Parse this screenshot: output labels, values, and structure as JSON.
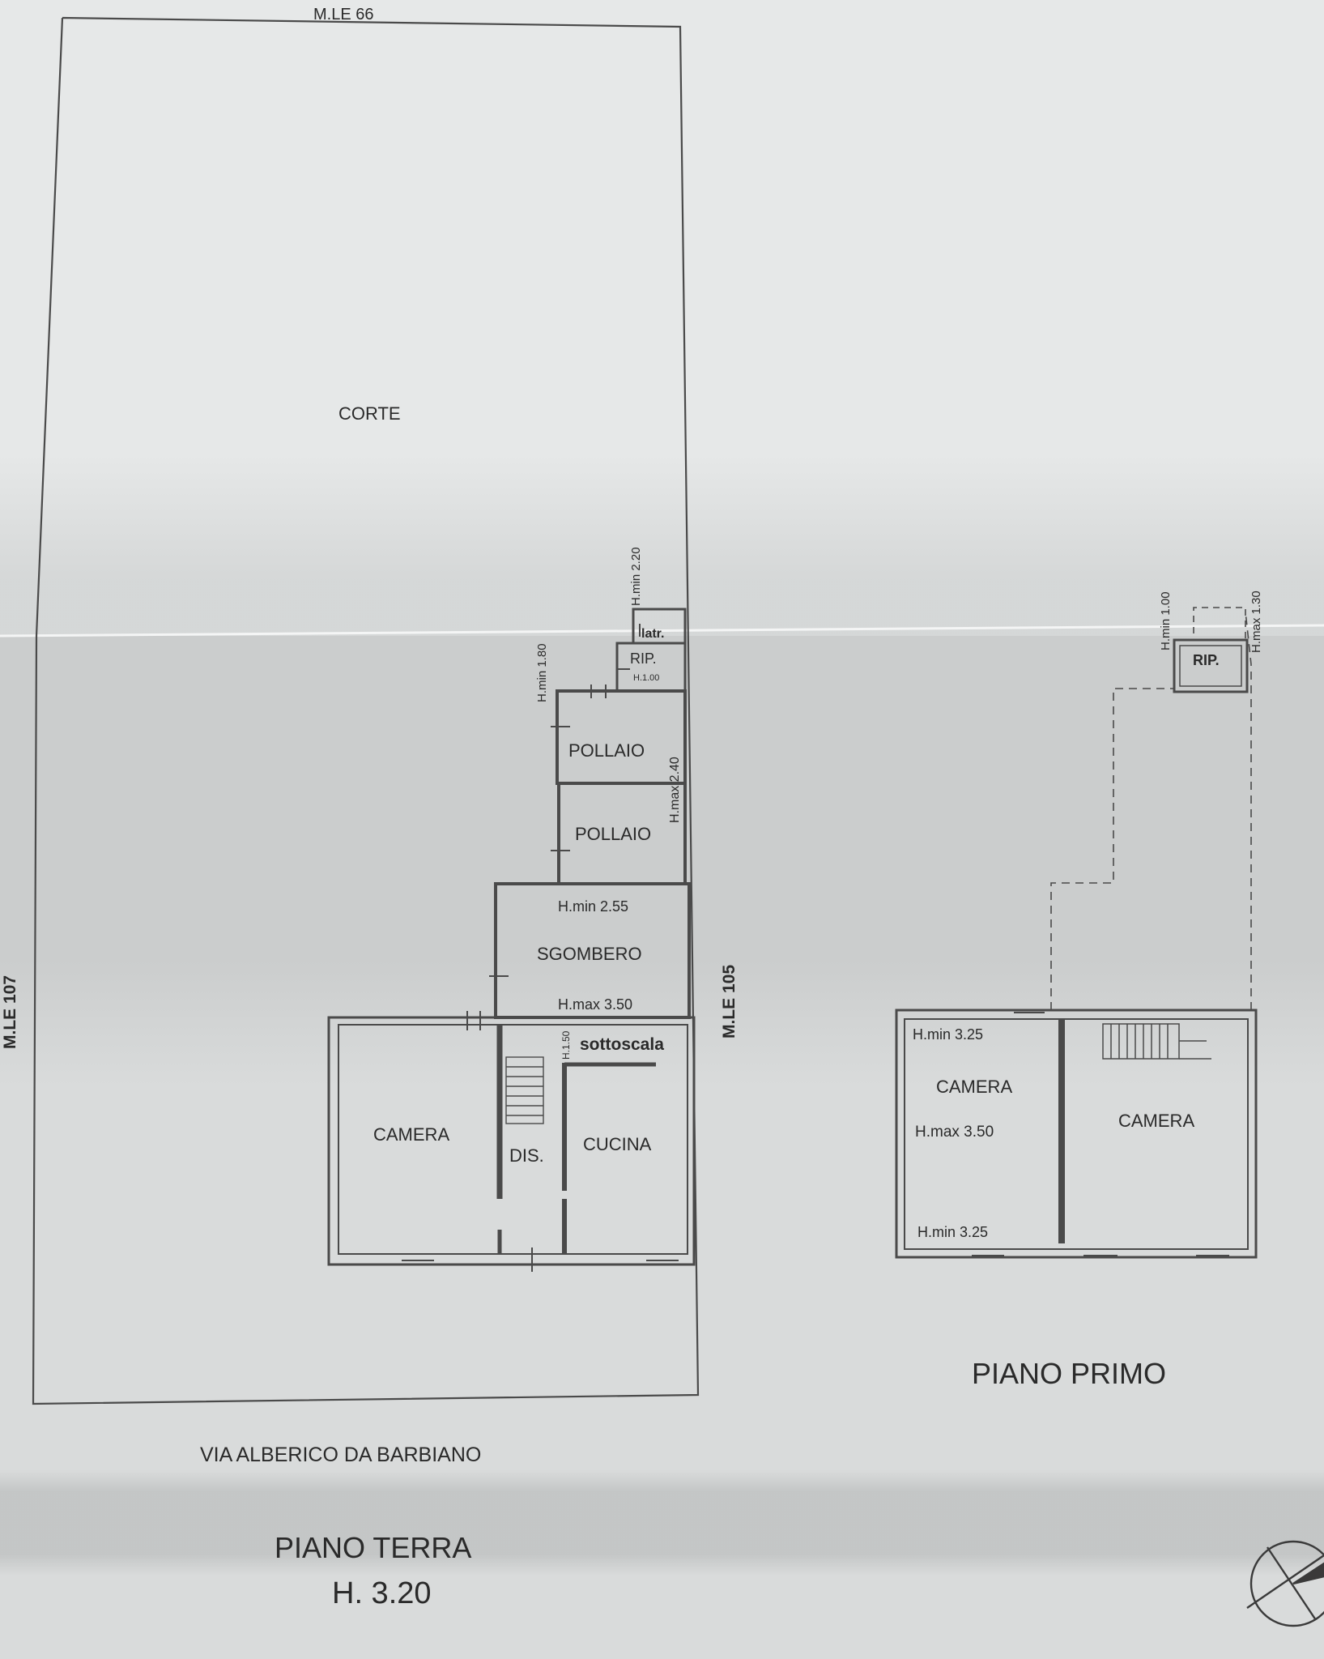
{
  "piano_terra": {
    "neighbors": {
      "top": "M.LE 66",
      "left": "M.LE 107",
      "right": "M.LE 105"
    },
    "court": "CORTE",
    "street": "VIA ALBERICO DA BARBIANO",
    "rooms": {
      "latr": "latr.",
      "rip": "RIP.",
      "pollaio_1": "POLLAIO",
      "pollaio_2": "POLLAIO",
      "sgombero": "SGOMBERO",
      "sottoscala": "sottoscala",
      "camera": "CAMERA",
      "dis": "DIS.",
      "cucina": "CUCINA"
    },
    "heights": {
      "latr_hmin": "H.min 2.20",
      "pollaio_hmin": "H.min 1.80",
      "rip_h": "H.1.00",
      "pollaio_hmax": "H.max 2.40",
      "sgombero_hmin": "H.min 2.55",
      "sgombero_hmax": "H.max 3.50",
      "sottoscala_h": "H.1.50"
    },
    "title": "PIANO TERRA",
    "height": "H. 3.20"
  },
  "piano_primo": {
    "rooms": {
      "rip": "RIP.",
      "camera_left": "CAMERA",
      "camera_right": "CAMERA"
    },
    "heights": {
      "rip_hmin": "H.min 1.00",
      "rip_hmax": "H.max 1.30",
      "camera_hmin_top": "H.min 3.25",
      "camera_hmax": "H.max 3.50",
      "camera_hmin_bottom": "H.min 3.25"
    },
    "title": "PIANO PRIMO"
  },
  "colors": {
    "paper": "#e4e6e6",
    "ink": "#4a4a4a",
    "toner": "#8f9292"
  }
}
